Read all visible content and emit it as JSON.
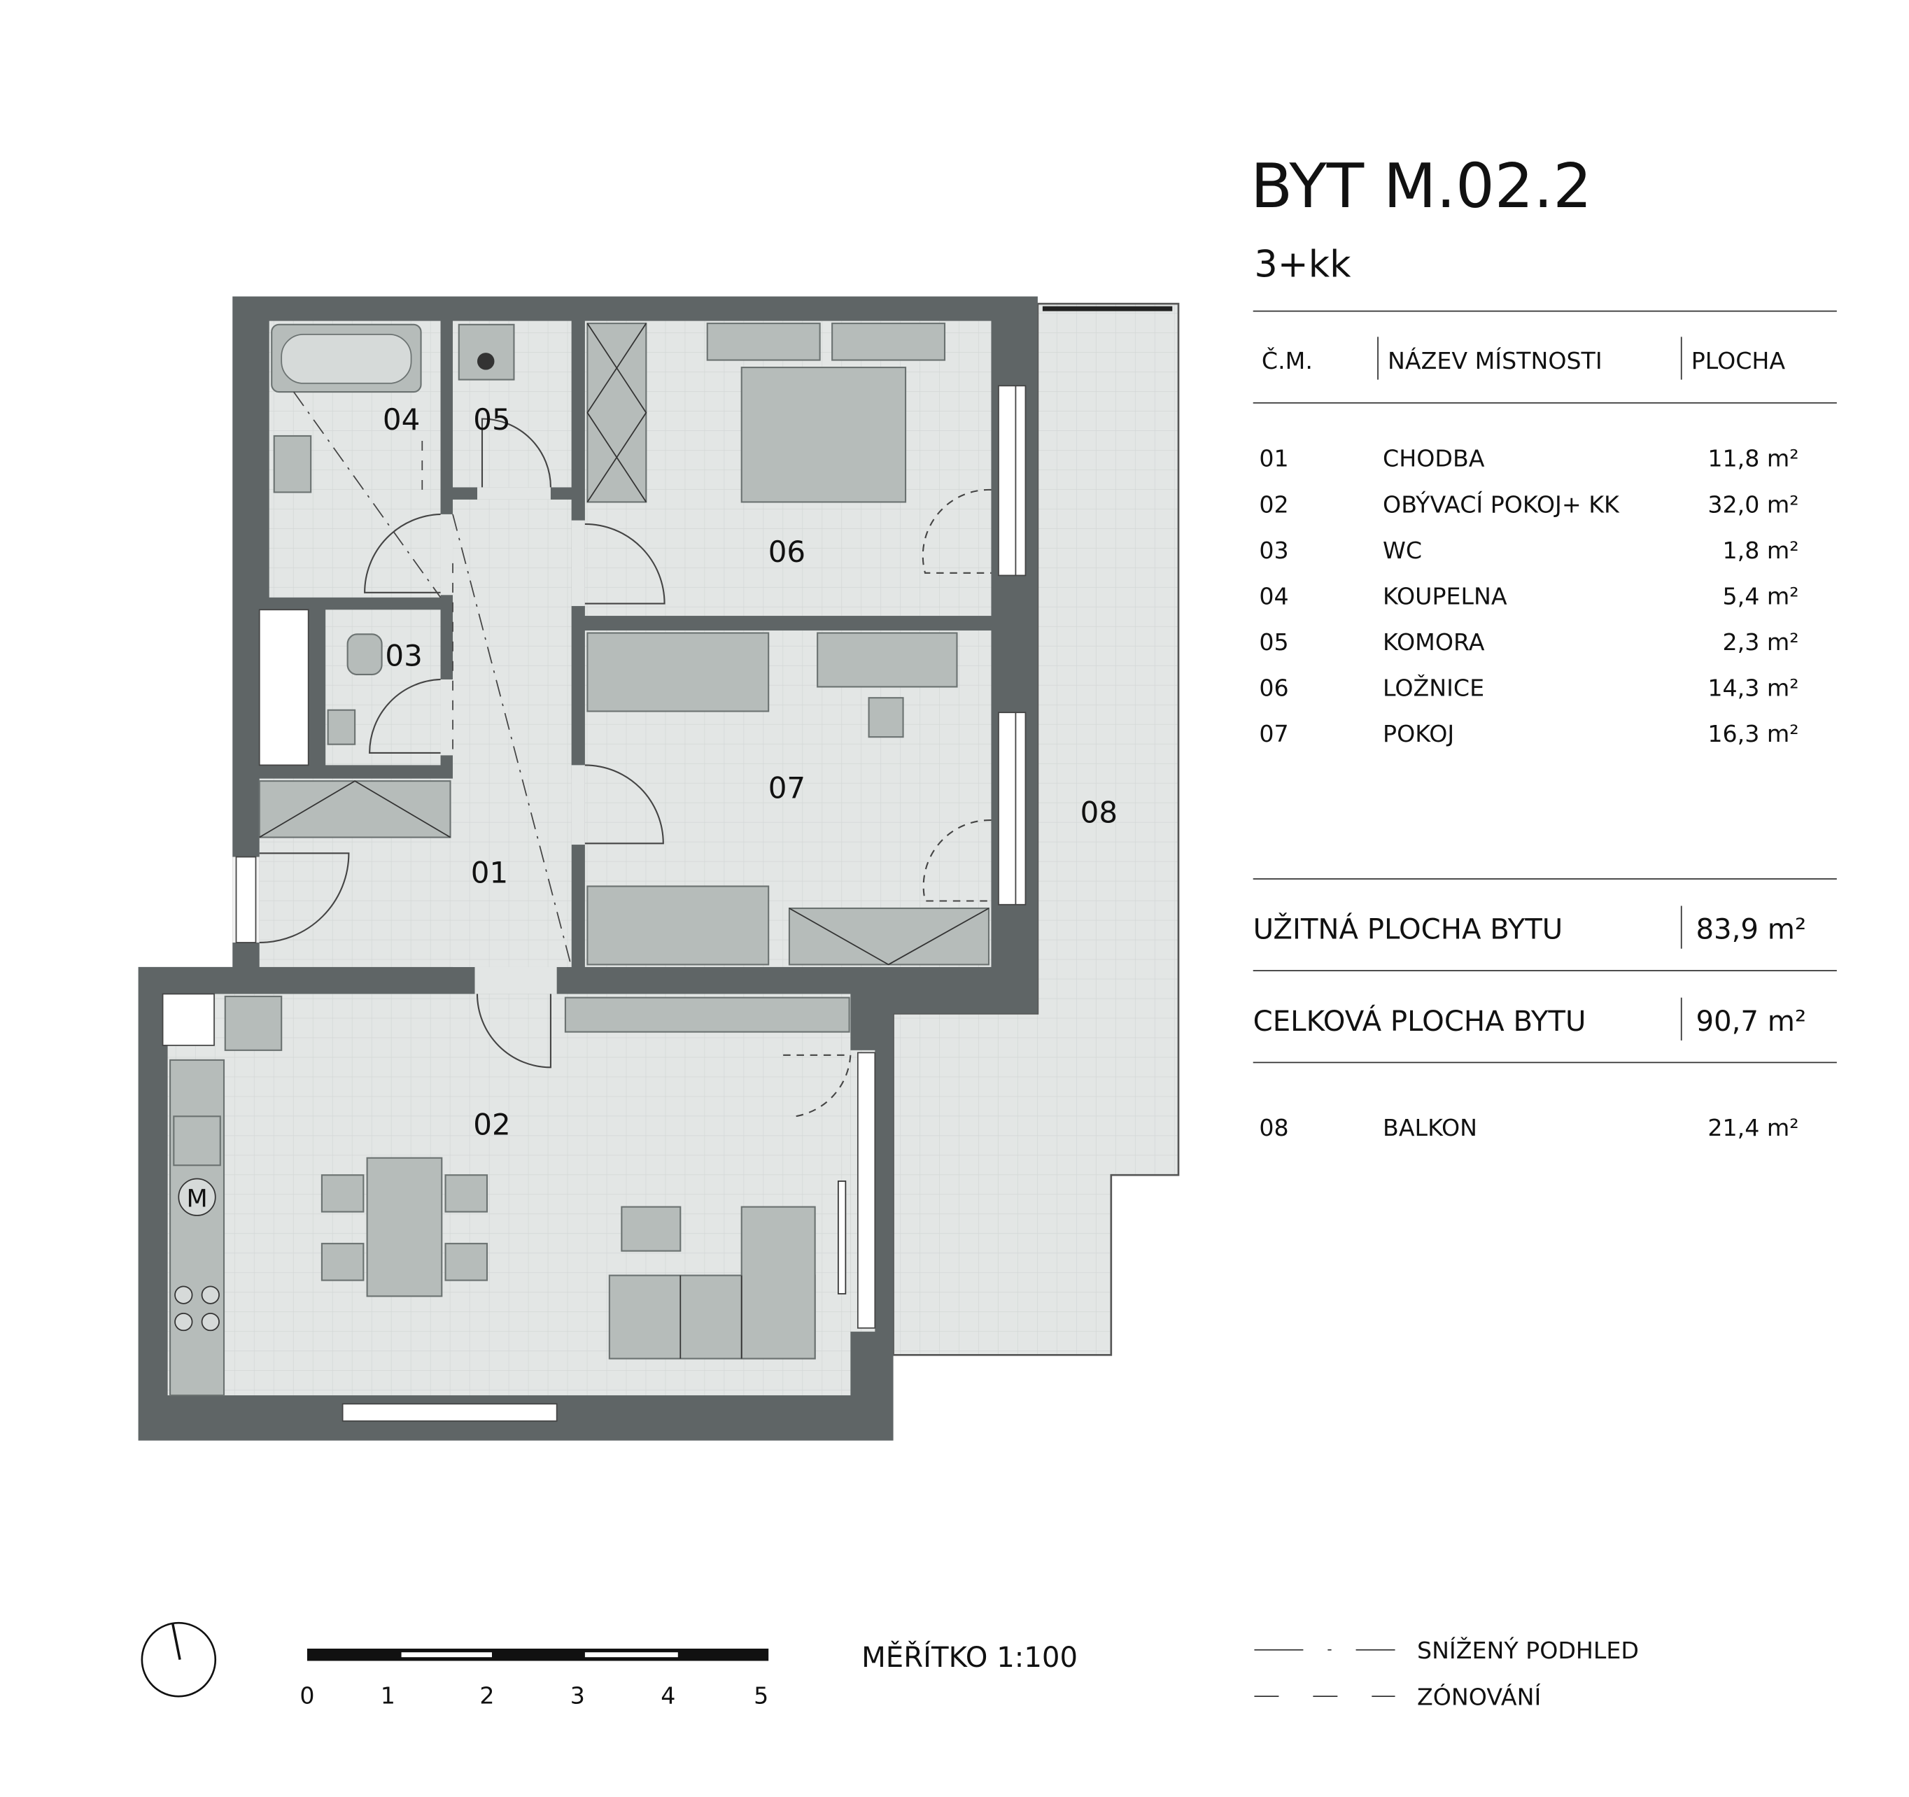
{
  "header": {
    "title": "BYT M.02.2",
    "layout": "3+kk"
  },
  "table": {
    "columns": [
      "Č.M.",
      "NÁZEV MÍSTNOSTI",
      "PLOCHA"
    ],
    "rows": [
      {
        "no": "01",
        "name": "CHODBA",
        "area": "11,8 m²"
      },
      {
        "no": "02",
        "name": "OBÝVACÍ POKOJ+ KK",
        "area": "32,0 m²"
      },
      {
        "no": "03",
        "name": "WC",
        "area": "1,8 m²"
      },
      {
        "no": "04",
        "name": "KOUPELNA",
        "area": "5,4 m²"
      },
      {
        "no": "05",
        "name": "KOMORA",
        "area": "2,3 m²"
      },
      {
        "no": "06",
        "name": "LOŽNICE",
        "area": "14,3 m²"
      },
      {
        "no": "07",
        "name": "POKOJ",
        "area": "16,3 m²"
      }
    ],
    "usable": {
      "label": "UŽITNÁ PLOCHA BYTU",
      "value": "83,9 m²"
    },
    "total": {
      "label": "CELKOVÁ PLOCHA BYTU",
      "value": "90,7 m²"
    },
    "balcony": {
      "no": "08",
      "name": "BALKON",
      "area": "21,4 m²"
    }
  },
  "plan": {
    "room_labels": [
      "01",
      "02",
      "03",
      "04",
      "05",
      "06",
      "07",
      "08"
    ],
    "appliance_mark": "M"
  },
  "legend": {
    "scale_label": "MĚŘÍTKO 1:100",
    "scale_ticks": [
      "0",
      "1",
      "2",
      "3",
      "4",
      "5"
    ],
    "lowered_ceiling": "SNÍŽENÝ PODHLED",
    "zoning": "ZÓNOVÁNÍ"
  },
  "colors": {
    "wall": "#5f6566",
    "floor": "#e3e6e5",
    "furniture": "#b6bcba"
  }
}
